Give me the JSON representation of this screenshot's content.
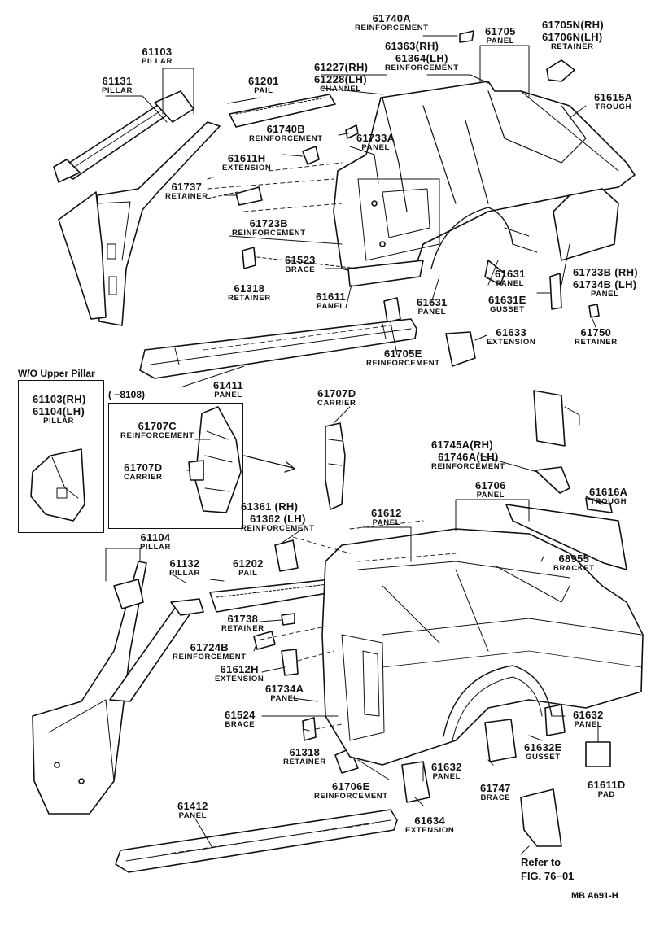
{
  "labels": [
    {
      "id": "l61103",
      "num": "61103",
      "desc": "PILLAR"
    },
    {
      "id": "l61131",
      "num": "61131",
      "desc": "PILLAR"
    },
    {
      "id": "l61201",
      "num": "61201",
      "desc": "PAIL"
    },
    {
      "id": "l61227",
      "num": "61227(RH)",
      "desc": ""
    },
    {
      "id": "l61228",
      "num": "61228(LH)",
      "desc": "CHANNEL"
    },
    {
      "id": "l61740A",
      "num": "61740A",
      "desc": "REINFORCEMENT"
    },
    {
      "id": "l61363",
      "num": "61363(RH)",
      "desc": ""
    },
    {
      "id": "l61364",
      "num": "61364(LH)",
      "desc": "REINFORCEMENT"
    },
    {
      "id": "l61705",
      "num": "61705",
      "desc": "PANEL"
    },
    {
      "id": "l61705N",
      "num": "61705N(RH)",
      "desc": ""
    },
    {
      "id": "l61706N",
      "num": "61706N(LH)",
      "desc": "RETAINER"
    },
    {
      "id": "l61615A",
      "num": "61615A",
      "desc": "TROUGH"
    },
    {
      "id": "l61740B",
      "num": "61740B",
      "desc": "REINFORCEMENT"
    },
    {
      "id": "l61733A",
      "num": "61733A",
      "desc": "PANEL"
    },
    {
      "id": "l61611H",
      "num": "61611H",
      "desc": "EXTENSION"
    },
    {
      "id": "l61737",
      "num": "61737",
      "desc": "RETAINER"
    },
    {
      "id": "l61723B",
      "num": "61723B",
      "desc": "REINFORCEMENT"
    },
    {
      "id": "l61523",
      "num": "61523",
      "desc": "BRACE"
    },
    {
      "id": "l61318a",
      "num": "61318",
      "desc": "RETAINER"
    },
    {
      "id": "l61611",
      "num": "61611",
      "desc": "PANEL"
    },
    {
      "id": "l61631a",
      "num": "61631",
      "desc": "PANEL"
    },
    {
      "id": "l61631b",
      "num": "61631",
      "desc": "PANEL"
    },
    {
      "id": "l61733B",
      "num": "61733B (RH)",
      "desc": ""
    },
    {
      "id": "l61734B",
      "num": "61734B (LH)",
      "desc": "PANEL"
    },
    {
      "id": "l61631E",
      "num": "61631E",
      "desc": "GUSSET"
    },
    {
      "id": "l61705E",
      "num": "61705E",
      "desc": "REINFORCEMENT"
    },
    {
      "id": "l61633",
      "num": "61633",
      "desc": "EXTENSION"
    },
    {
      "id": "l61750",
      "num": "61750",
      "desc": "RETAINER"
    },
    {
      "id": "l61411",
      "num": "61411",
      "desc": "PANEL"
    },
    {
      "id": "l61103b",
      "num": "61103(RH)",
      "desc": ""
    },
    {
      "id": "l61104b",
      "num": "61104(LH)",
      "desc": "PILLAR"
    },
    {
      "id": "l61707C",
      "num": "61707C",
      "desc": "REINFORCEMENT"
    },
    {
      "id": "l61707Db",
      "num": "61707D",
      "desc": "CARRIER"
    },
    {
      "id": "l61707D",
      "num": "61707D",
      "desc": "CARRIER"
    },
    {
      "id": "l61745A",
      "num": "61745A(RH)",
      "desc": ""
    },
    {
      "id": "l61746A",
      "num": "61746A(LH)",
      "desc": "REINFORCEMENT"
    },
    {
      "id": "l61616A",
      "num": "61616A",
      "desc": "TROUGH"
    },
    {
      "id": "l61706",
      "num": "61706",
      "desc": "PANEL"
    },
    {
      "id": "l61361",
      "num": "61361 (RH)",
      "desc": ""
    },
    {
      "id": "l61362",
      "num": "61362 (LH)",
      "desc": "REINFORCEMENT"
    },
    {
      "id": "l61612",
      "num": "61612",
      "desc": "PANEL"
    },
    {
      "id": "l68955",
      "num": "68955",
      "desc": "BRACKET"
    },
    {
      "id": "l61104",
      "num": "61104",
      "desc": "PILLAR"
    },
    {
      "id": "l61132",
      "num": "61132",
      "desc": "PILLAR"
    },
    {
      "id": "l61202",
      "num": "61202",
      "desc": "PAIL"
    },
    {
      "id": "l61738",
      "num": "61738",
      "desc": "RETAINER"
    },
    {
      "id": "l61724B",
      "num": "61724B",
      "desc": "REINFORCEMENT"
    },
    {
      "id": "l61612H",
      "num": "61612H",
      "desc": "EXTENSION"
    },
    {
      "id": "l61734A",
      "num": "61734A",
      "desc": "PANEL"
    },
    {
      "id": "l61524",
      "num": "61524",
      "desc": "BRACE"
    },
    {
      "id": "l61318b",
      "num": "61318",
      "desc": "RETAINER"
    },
    {
      "id": "l61706E",
      "num": "61706E",
      "desc": "REINFORCEMENT"
    },
    {
      "id": "l61632a",
      "num": "61632",
      "desc": "PANEL"
    },
    {
      "id": "l61632b",
      "num": "61632",
      "desc": "PANEL"
    },
    {
      "id": "l61632E",
      "num": "61632E",
      "desc": "GUSSET"
    },
    {
      "id": "l61747",
      "num": "61747",
      "desc": "BRACE"
    },
    {
      "id": "l61611D",
      "num": "61611D",
      "desc": "PAD"
    },
    {
      "id": "l61634",
      "num": "61634",
      "desc": "EXTENSION"
    },
    {
      "id": "l61412",
      "num": "61412",
      "desc": "PANEL"
    }
  ],
  "inset_title": "W/O Upper Pillar",
  "inset_range": "(     −8108)",
  "refer_line1": "Refer to",
  "refer_line2": "FIG. 76−01",
  "diagram_code": "MB A691-H"
}
